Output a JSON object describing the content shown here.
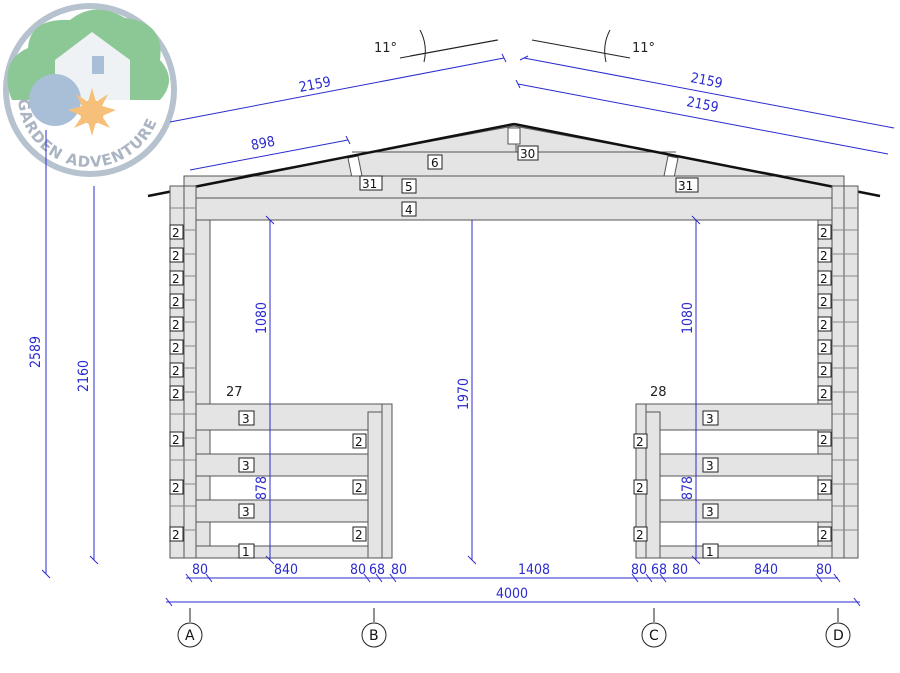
{
  "brand": {
    "text": "GARDEN ADVENTURE",
    "colors": {
      "cloud": "#8cc896",
      "house": "#eef2f4",
      "sun": "#f2a85a",
      "ring": "#b7c2cf"
    }
  },
  "colors": {
    "dimension": "#2b2bd0",
    "wood": "#e4e4e4",
    "outline": "#555555",
    "roof": "#111111"
  },
  "angles": {
    "left": "11°",
    "right": "11°"
  },
  "dimensions": {
    "roof_left": "2159",
    "roof_right_1": "2159",
    "roof_right_2": "2159",
    "gable_left": "898",
    "total_height": "2589",
    "wall_height": "2160",
    "opening_left": "1080",
    "opening_right": "1080",
    "door_height": "1970",
    "rail_left": "878",
    "rail_right": "878",
    "bottom_row": [
      "80",
      "840",
      "80",
      "68",
      "80",
      "1408",
      "80",
      "68",
      "80",
      "840",
      "80"
    ],
    "total_width": "4000"
  },
  "parts": {
    "p30": "30",
    "p6": "6",
    "p5": "5",
    "p4": "4",
    "p31": "31",
    "p2": "2",
    "p3": "3",
    "p1": "1",
    "l27": "27",
    "l28": "28"
  },
  "axes": [
    "A",
    "B",
    "C",
    "D"
  ]
}
